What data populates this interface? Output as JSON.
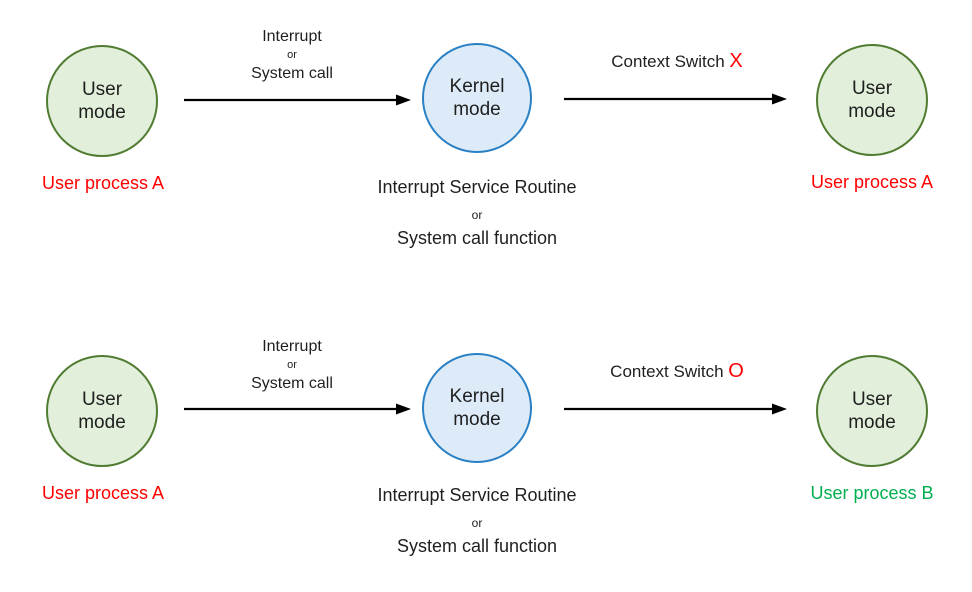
{
  "colors": {
    "background": "#ffffff",
    "text": "#1f1f1f",
    "arrow": "#000000",
    "user_circle_fill": "#e2efda",
    "user_circle_border": "#507c32",
    "kernel_circle_fill": "#dcebf7",
    "kernel_circle_border": "#2980c4",
    "highlight_red": "#ff0000",
    "process_b_green": "#00b050"
  },
  "rows": [
    {
      "left_circle_label": "User\nmode",
      "transition_label": {
        "top": "Interrupt",
        "mid": "or",
        "bottom": "System call"
      },
      "kernel_circle_label": "Kernel\nmode",
      "context_switch": {
        "text": "Context Switch ",
        "mark": "X"
      },
      "right_circle_label": "User\nmode",
      "left_process_label": "User process A",
      "kernel_caption": {
        "top": "Interrupt Service Routine",
        "mid": "or",
        "bottom": "System call function"
      },
      "right_process_label": "User process A"
    },
    {
      "left_circle_label": "User\nmode",
      "transition_label": {
        "top": "Interrupt",
        "mid": "or",
        "bottom": "System call"
      },
      "kernel_circle_label": "Kernel\nmode",
      "context_switch": {
        "text": "Context Switch ",
        "mark": "O"
      },
      "right_circle_label": "User\nmode",
      "left_process_label": "User process A",
      "kernel_caption": {
        "top": "Interrupt Service Routine",
        "mid": "or",
        "bottom": "System call function"
      },
      "right_process_label": "User process B"
    }
  ]
}
